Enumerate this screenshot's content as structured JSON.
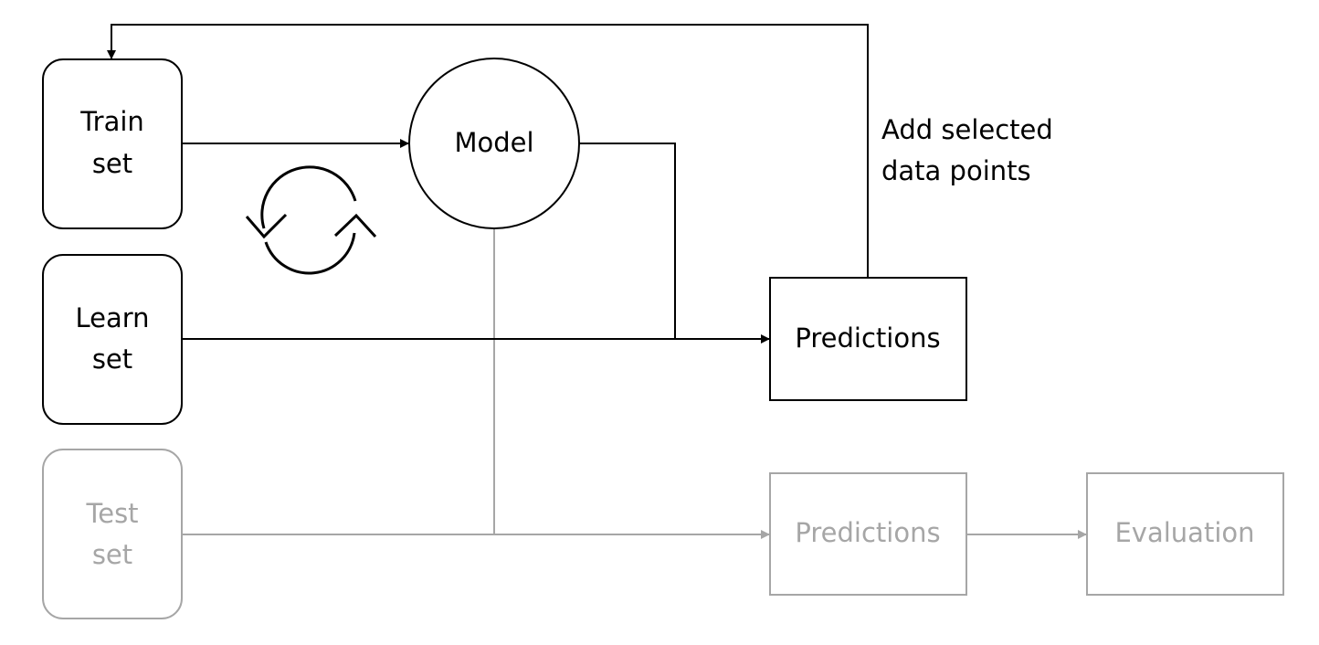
{
  "colors": {
    "active": "#000000",
    "inactive": "#a6a6a6",
    "inactive_text": "#a6a6a6",
    "background": "#ffffff"
  },
  "nodes": {
    "train_set": {
      "line1": "Train",
      "line2": "set"
    },
    "learn_set": {
      "line1": "Learn",
      "line2": "set"
    },
    "test_set": {
      "line1": "Test",
      "line2": "set"
    },
    "model": {
      "label": "Model"
    },
    "predictions_learn": {
      "label": "Predictions"
    },
    "predictions_test": {
      "label": "Predictions"
    },
    "evaluation": {
      "label": "Evaluation"
    }
  },
  "annotations": {
    "feedback": {
      "line1": "Add selected",
      "line2": "data points"
    }
  },
  "icons": {
    "iteration": "refresh-cycle-icon"
  }
}
